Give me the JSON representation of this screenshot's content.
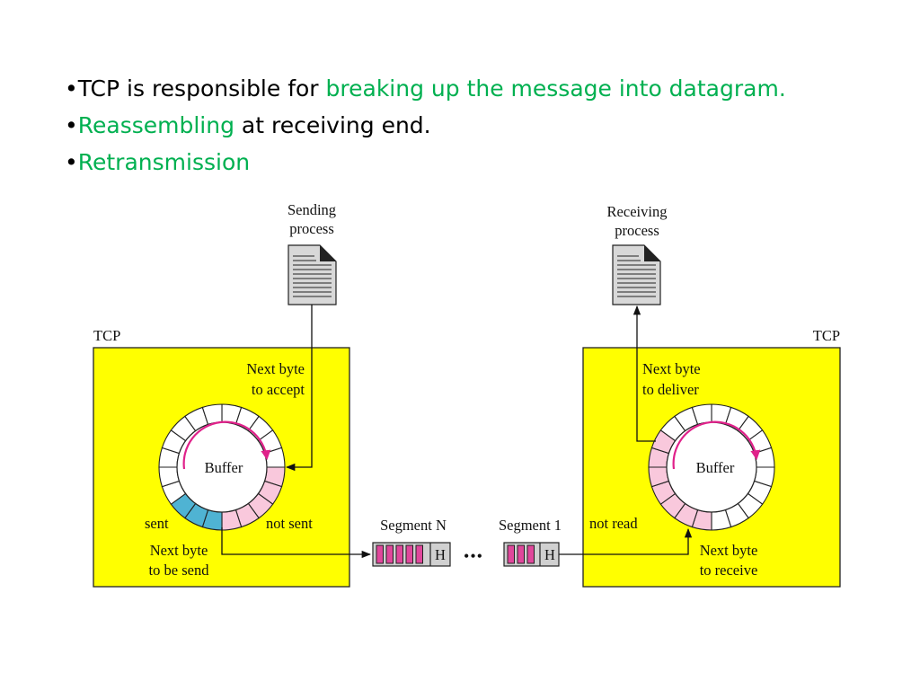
{
  "bullets": [
    {
      "prefix": "TCP is responsible for ",
      "highlight": "breaking up the message into datagram.",
      "suffix": ""
    },
    {
      "prefix": "",
      "highlight": "Reassembling",
      "suffix": " at receiving end."
    },
    {
      "prefix": "",
      "highlight": "Retransmission",
      "suffix": ""
    }
  ],
  "bullet_char": "•",
  "diagram": {
    "sender": {
      "process_label_1": "Sending",
      "process_label_2": "process",
      "box_label": "TCP",
      "accept_label_1": "Next byte",
      "accept_label_2": "to accept",
      "buffer_label": "Buffer",
      "sent_label": "sent",
      "not_sent_label": "not sent",
      "send_label_1": "Next byte",
      "send_label_2": "to be send"
    },
    "receiver": {
      "process_label_1": "Receiving",
      "process_label_2": "process",
      "box_label": "TCP",
      "deliver_label_1": "Next byte",
      "deliver_label_2": "to deliver",
      "buffer_label": "Buffer",
      "not_read_label": "not read",
      "receive_label_1": "Next byte",
      "receive_label_2": "to receive"
    },
    "segment_n": {
      "label": "Segment N",
      "header": "H"
    },
    "segment_1": {
      "label": "Segment 1",
      "header": "H"
    },
    "ellipsis": "•••",
    "colors": {
      "tcp_box": "#ffff00",
      "highlight_text": "#00b050",
      "sent_cells": "#4fb3d3",
      "not_sent_cells": "#f9c8dc",
      "segment_data": "#e0479b",
      "rotation_arrow": "#e0218a"
    }
  }
}
